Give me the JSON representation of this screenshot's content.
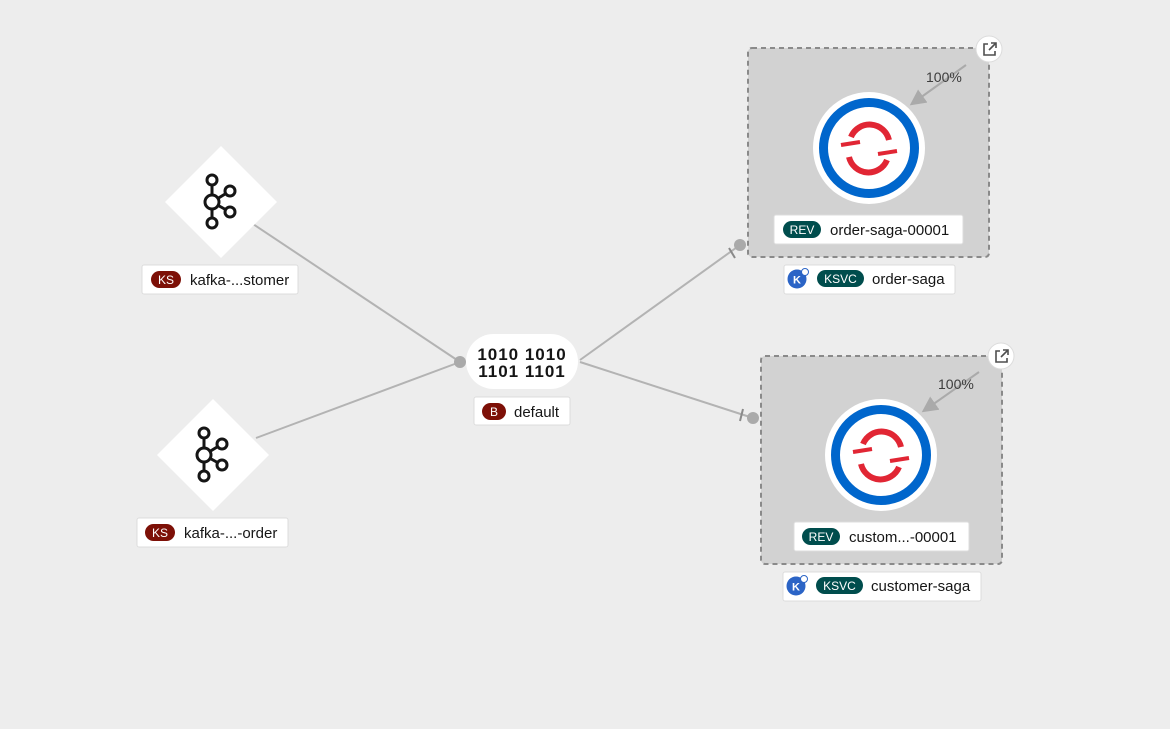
{
  "kafka_sources": [
    {
      "badge": "KS",
      "name": "kafka-...stomer"
    },
    {
      "badge": "KS",
      "name": "kafka-...-order"
    }
  ],
  "broker": {
    "badge": "B",
    "name": "default",
    "icon": "binary-icon"
  },
  "services": [
    {
      "revision_badge": "REV",
      "revision_name": "order-saga-00001",
      "service_badge": "KSVC",
      "service_name": "order-saga",
      "traffic": "100%"
    },
    {
      "revision_badge": "REV",
      "revision_name": "custom...-00001",
      "service_badge": "KSVC",
      "service_name": "customer-saga",
      "traffic": "100%"
    }
  ],
  "colors": {
    "background": "#ededed",
    "ks_badge": "#7d1007",
    "broker_badge": "#7d1007",
    "rev_badge": "#004d4d",
    "ksvc_badge": "#004d4d",
    "openshift_ring": "#0066cc",
    "openshift_red": "#e12634",
    "knative_blue": "#2b64c6",
    "edge": "#b3b3b3"
  }
}
